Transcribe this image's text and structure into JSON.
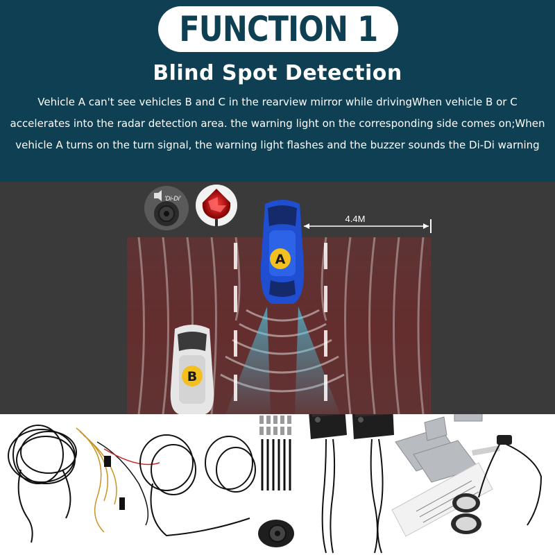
{
  "header": {
    "badge": "FUNCTION 1",
    "title": "Blind Spot Detection",
    "description": "Vehicle A can't see vehicles B and C in the rearview mirror while drivingWhen vehicle B or C accelerates into the radar detection area. the warning light on the corresponding side comes on;When vehicle A turns on the turn signal, the warning light flashes and the buzzer sounds the Di-Di warning"
  },
  "scene": {
    "buzzer_label": "'Di-Di'",
    "distance_label": "4.4M",
    "vehicle_a_label": "A",
    "vehicle_b_label": "B"
  },
  "colors": {
    "header_bg": "#0f3f52",
    "scene_bg": "#3a3a3b",
    "road_red": "#7a2e2e",
    "radar_cyan": "#48c8e8",
    "car_a": "#1f4fd0",
    "car_b": "#e6e6e6",
    "badge_yellow": "#f3c01f"
  }
}
